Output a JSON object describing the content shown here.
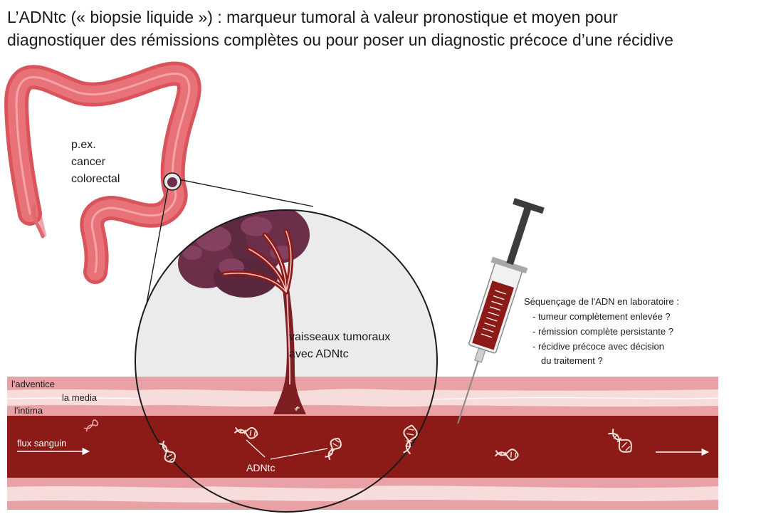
{
  "title": {
    "line1": "L’ADNtc (« biopsie liquide ») : marqueur tumoral à valeur pronostique et moyen pour",
    "line2": "diagnostiquer des rémissions complètes ou pour poser un diagnostic précoce d’une récidive"
  },
  "colon_label": [
    "p.ex.",
    "cancer",
    "colorectal"
  ],
  "tumor_label": [
    "vaisseaux tumoraux",
    "avec ADNtc"
  ],
  "lab_box": {
    "heading": "Séquençage de l'ADN en laboratoire :",
    "items": [
      "- tumeur complètement enlevée ?",
      "- rémission complète persistante ?",
      "- récidive précoce avec décision",
      "du traitement ?"
    ]
  },
  "vessel_layers": {
    "adventice": "l'adventice",
    "media": "la media",
    "intima": "l'intima"
  },
  "blood_flow_label": "flux sanguin",
  "ctdna_label": "ADNtc",
  "colors": {
    "blood": "#8c1a16",
    "vessel_wall": "#e8a2a6",
    "vessel_light": "#f7dcdc",
    "colon": "#e0656a",
    "tumor": "#6b2f4a",
    "magnifier_bg": "#ebebeb"
  }
}
